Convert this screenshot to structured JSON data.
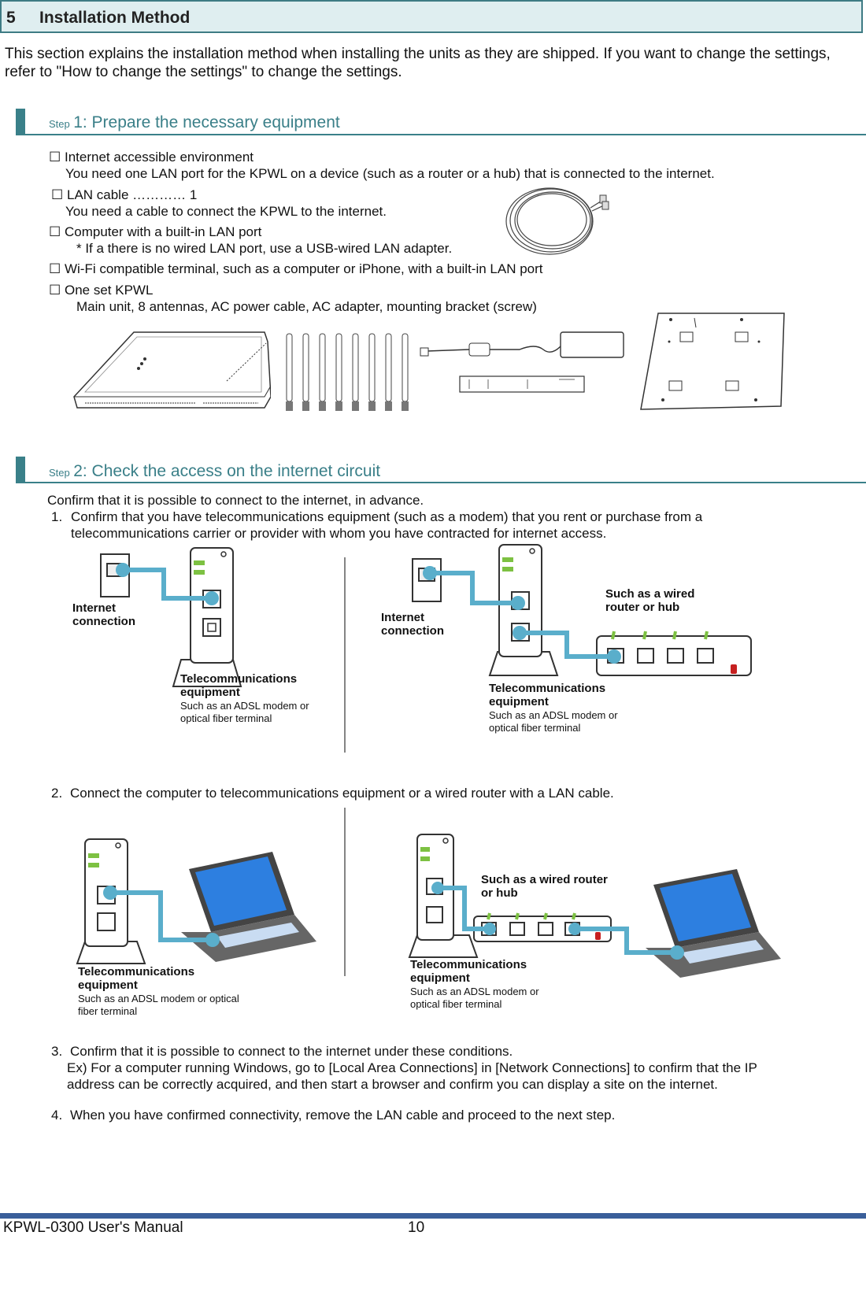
{
  "section": {
    "number": "5",
    "title": "Installation Method",
    "intro": "This section explains the installation method when installing the units as they are shipped. If you want to change the settings, refer to \"How to change the settings\" to change the settings."
  },
  "step1": {
    "prefix": "Step",
    "title": "1: Prepare the necessary equipment",
    "items": [
      {
        "check": "☐",
        "label": "Internet accessible environment",
        "note": "You need one LAN port for the KPWL on a device (such as a router or a hub) that is connected to the internet."
      },
      {
        "check": "☐",
        "label": "LAN cable ………… 1",
        "note": "You need a cable to connect the KPWL to the internet."
      },
      {
        "check": "☐",
        "label": "Computer with a built-in LAN port",
        "note": "* If a there is no wired LAN port, use a USB-wired LAN adapter."
      },
      {
        "check": "☐",
        "label": "Wi-Fi compatible terminal, such as a computer or iPhone, with a built-in LAN port",
        "note": ""
      },
      {
        "check": "☐",
        "label": "One set KPWL",
        "note": "Main unit, 8 antennas, AC power cable, AC adapter, mounting bracket (screw)"
      }
    ]
  },
  "step2": {
    "prefix": "Step",
    "title": "2: Check the access on the internet circuit",
    "intro": "Confirm that it is possible to connect to the internet, in advance.",
    "item1_num": "1.",
    "item1_text": "Confirm that you have telecommunications equipment (such as a modem) that you rent or purchase from a telecommunications carrier or provider with whom you have contracted for internet access.",
    "item2_num": "2.",
    "item2_text": "Connect the computer to telecommunications equipment or a wired router with a LAN cable.",
    "item3_num": "3.",
    "item3_text": "Confirm that it is possible to connect to the internet under these conditions.",
    "item3_example": "Ex) For a computer running Windows, go to [Local Area Connections] in [Network Connections] to confirm that the IP address can be correctly acquired, and then start a browser and confirm you can display a site on the internet.",
    "item4_num": "4.",
    "item4_text": "When you have confirmed connectivity, remove the LAN cable and proceed to the next step."
  },
  "diagram": {
    "internet_connection": "Internet connection",
    "telecom_title": "Telecommunications equipment",
    "telecom_sub_a": "Such as an ADSL modem or optical fiber terminal",
    "router_label_a": "Such as a wired router or hub",
    "router_label_b": "Such as a wired router or hub"
  },
  "footer": {
    "manual": "KPWL-0300 User's Manual",
    "page": "10"
  },
  "colors": {
    "accent": "#3a8089",
    "cable": "#5aaecb",
    "footer_bar": "#3a5f9a",
    "led_green": "#7dc142"
  }
}
